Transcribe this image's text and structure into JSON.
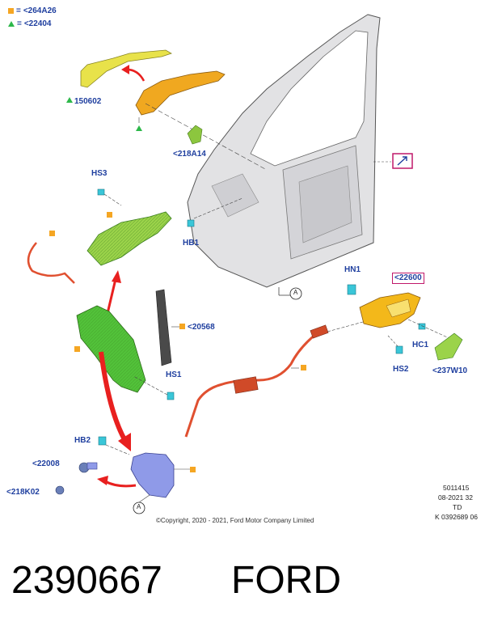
{
  "legend": {
    "square_symbol": "■",
    "square_ref": "<264A26",
    "triangle_symbol": "▲",
    "triangle_ref": "<22404",
    "equals": "="
  },
  "callouts": {
    "c150602": "150602",
    "c218A14": "<218A14",
    "HS3": "HS3",
    "HB1": "HB1",
    "c20568": "<20568",
    "HS1": "HS1",
    "HB2": "HB2",
    "c22008": "<22008",
    "c218K02": "<218K02",
    "HN1": "HN1",
    "c22600": "<22600",
    "HC1": "HC1",
    "HS2": "HS2",
    "c237W10": "<237W10",
    "A1": "A",
    "A2": "A"
  },
  "drawing_info": {
    "line1": "5011415",
    "line2": "08-2021 32",
    "line3": "TD",
    "line4": "K 0392689 06"
  },
  "copyright": "©Copyright, 2020 - 2021, Ford Motor Company Limited",
  "part_number": "2390667",
  "brand": "FORD",
  "colors": {
    "label_blue": "#1f3f9f",
    "square_orange": "#f5a623",
    "triangle_green": "#2db84a",
    "highlight_magenta": "#c0186a",
    "arrow_red": "#e8201f"
  }
}
